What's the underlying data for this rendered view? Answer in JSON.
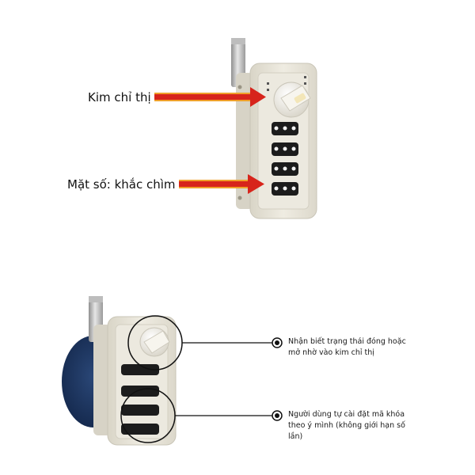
{
  "top": {
    "label_indicator": "Kim chỉ thị",
    "label_dial": "Mặt số: khắc chìm"
  },
  "bottom": {
    "callout_status": "Nhận biết trạng thái đóng hoặc mở nhờ vào kim chỉ thị",
    "callout_code": "Người dùng tự cài đặt mã khóa theo ý mình (không giới hạn số lần)"
  },
  "colors": {
    "arrow_red": "#d7241b",
    "arrow_orange": "#f0a02a",
    "lock_body": "#e9e6da",
    "knob": "#f2efe6",
    "dial_dark": "#1c1c1c",
    "door_blue": "#1f3a66"
  },
  "icons": [
    "indicator-knob-icon",
    "combination-dial-icon",
    "latch-hook-icon",
    "callout-dot-icon"
  ]
}
